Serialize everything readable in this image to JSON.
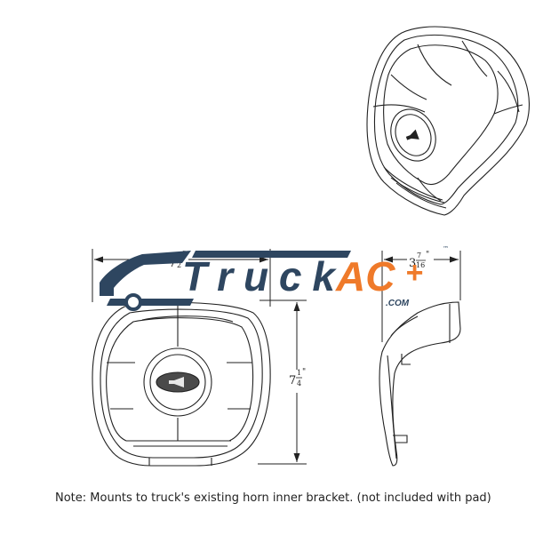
{
  "logo": {
    "brand": "Truck",
    "accent": "AC",
    "plus": "+",
    "domain": ".COM",
    "tm": "™",
    "colors": {
      "navy": "#2e4660",
      "orange": "#ef7a2a"
    }
  },
  "dimensions": {
    "width": {
      "whole": "7",
      "num": "1",
      "den": "2",
      "unit": "\""
    },
    "height": {
      "whole": "7",
      "num": "1",
      "den": "4",
      "unit": "\""
    },
    "depth": {
      "whole": "3",
      "num": "7",
      "den": "16",
      "unit": "\""
    }
  },
  "icons": {
    "horn": "horn-icon"
  },
  "note": "Note: Mounts to truck's existing horn inner bracket. (not included with pad)"
}
